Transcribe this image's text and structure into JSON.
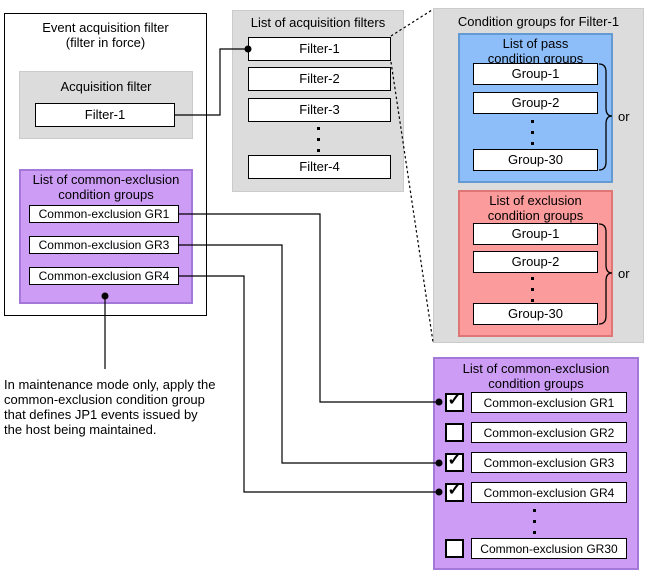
{
  "event_filter_box": {
    "title": "Event acquisition filter\n(filter in force)",
    "acquisition_filter": {
      "title": "Acquisition filter",
      "value": "Filter-1"
    },
    "common_exclusion": {
      "title": "List of common-exclusion\ncondition groups",
      "items": [
        "Common-exclusion GR1",
        "Common-exclusion GR3",
        "Common-exclusion GR4"
      ]
    }
  },
  "note": {
    "text": "In maintenance mode only, apply the\ncommon-exclusion condition group\nthat defines JP1 events issued by\nthe host being maintained."
  },
  "acquisition_filters_list": {
    "title": "List of acquisition filters",
    "items": [
      "Filter-1",
      "Filter-2",
      "Filter-3",
      "Filter-4"
    ]
  },
  "condition_groups": {
    "title": "Condition groups for Filter-1",
    "pass": {
      "title": "List of pass\ncondition groups",
      "items": [
        "Group-1",
        "Group-2",
        "Group-30"
      ],
      "or_label": "or"
    },
    "exclusion": {
      "title": "List of exclusion\ncondition groups",
      "items": [
        "Group-1",
        "Group-2",
        "Group-30"
      ],
      "or_label": "or"
    }
  },
  "common_exclusion_list": {
    "title": "List of common-exclusion\ncondition groups",
    "items": [
      {
        "label": "Common-exclusion GR1",
        "checked": true,
        "check_glyph": "✓"
      },
      {
        "label": "Common-exclusion GR2",
        "checked": false,
        "check_glyph": ""
      },
      {
        "label": "Common-exclusion GR3",
        "checked": true,
        "check_glyph": "✓"
      },
      {
        "label": "Common-exclusion GR4",
        "checked": true,
        "check_glyph": "✓"
      },
      {
        "label": "Common-exclusion GR30",
        "checked": false,
        "check_glyph": ""
      }
    ]
  },
  "colors": {
    "gray_fill": "#dcdcdc",
    "blue_fill": "#8ebef9",
    "blue_border": "#639ad2",
    "red_fill": "#fc9b9b",
    "red_border": "#e07575",
    "purple_fill": "#cd9df6",
    "purple_border": "#a478d8"
  }
}
